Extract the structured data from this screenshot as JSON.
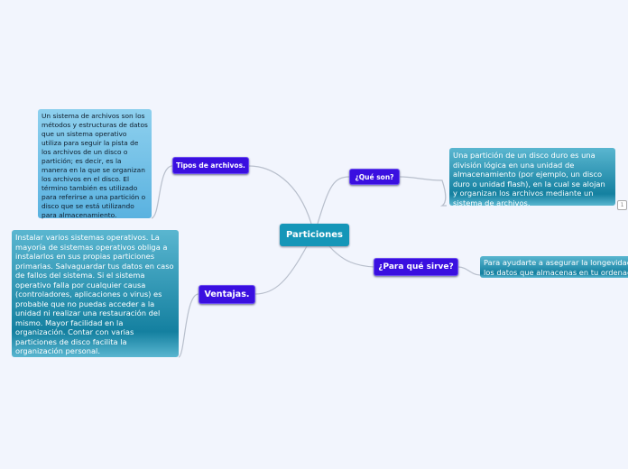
{
  "central": "Particiones",
  "topics": {
    "tipos": "Tipos de archivos.",
    "que_son": "¿Qué son?",
    "para_que": "¿Para qué sirve?",
    "ventajas": "Ventajas."
  },
  "notes": {
    "tipos": "Un sistema de archivos son los métodos y estructuras de datos que un sistema operativo utiliza para seguir la pista de los archivos de un disco o partición; es decir, es la manera en la que se organizan los archivos en el disco. El término también es utilizado para referirse a una partición o disco que se está utilizando para almacenamiento.",
    "ventajas": "Instalar varios sistemas operativos. La mayoría de sistemas operativos obliga a instalarlos en sus propias particiones primarias. Salvaguardar tus datos en caso de fallos del sistema. Si el sistema operativo falla por cualquier causa (controladores, aplicaciones o virus) es probable que no puedas acceder a la unidad ni realizar una restauración del mismo. Mayor facilidad en la organización. Contar con varias particiones de disco facilita la organización personal.",
    "que_son": "Una partición de un disco duro es una división lógica en una unidad de almacenamiento (por ejemplo, un disco duro o unidad flash), en la cual se alojan y organizan los archivos mediante un sistema de archivos.",
    "para_que_line1": "Para ayudarte a asegurar la longevidad de",
    "para_que_line2": "los datos que almacenas en tu ordenador"
  },
  "badge": "1",
  "colors": {
    "central": "#1596b8",
    "topic": "#3a0fe0",
    "note": "#1480a0",
    "background": "#f2f5fd"
  }
}
